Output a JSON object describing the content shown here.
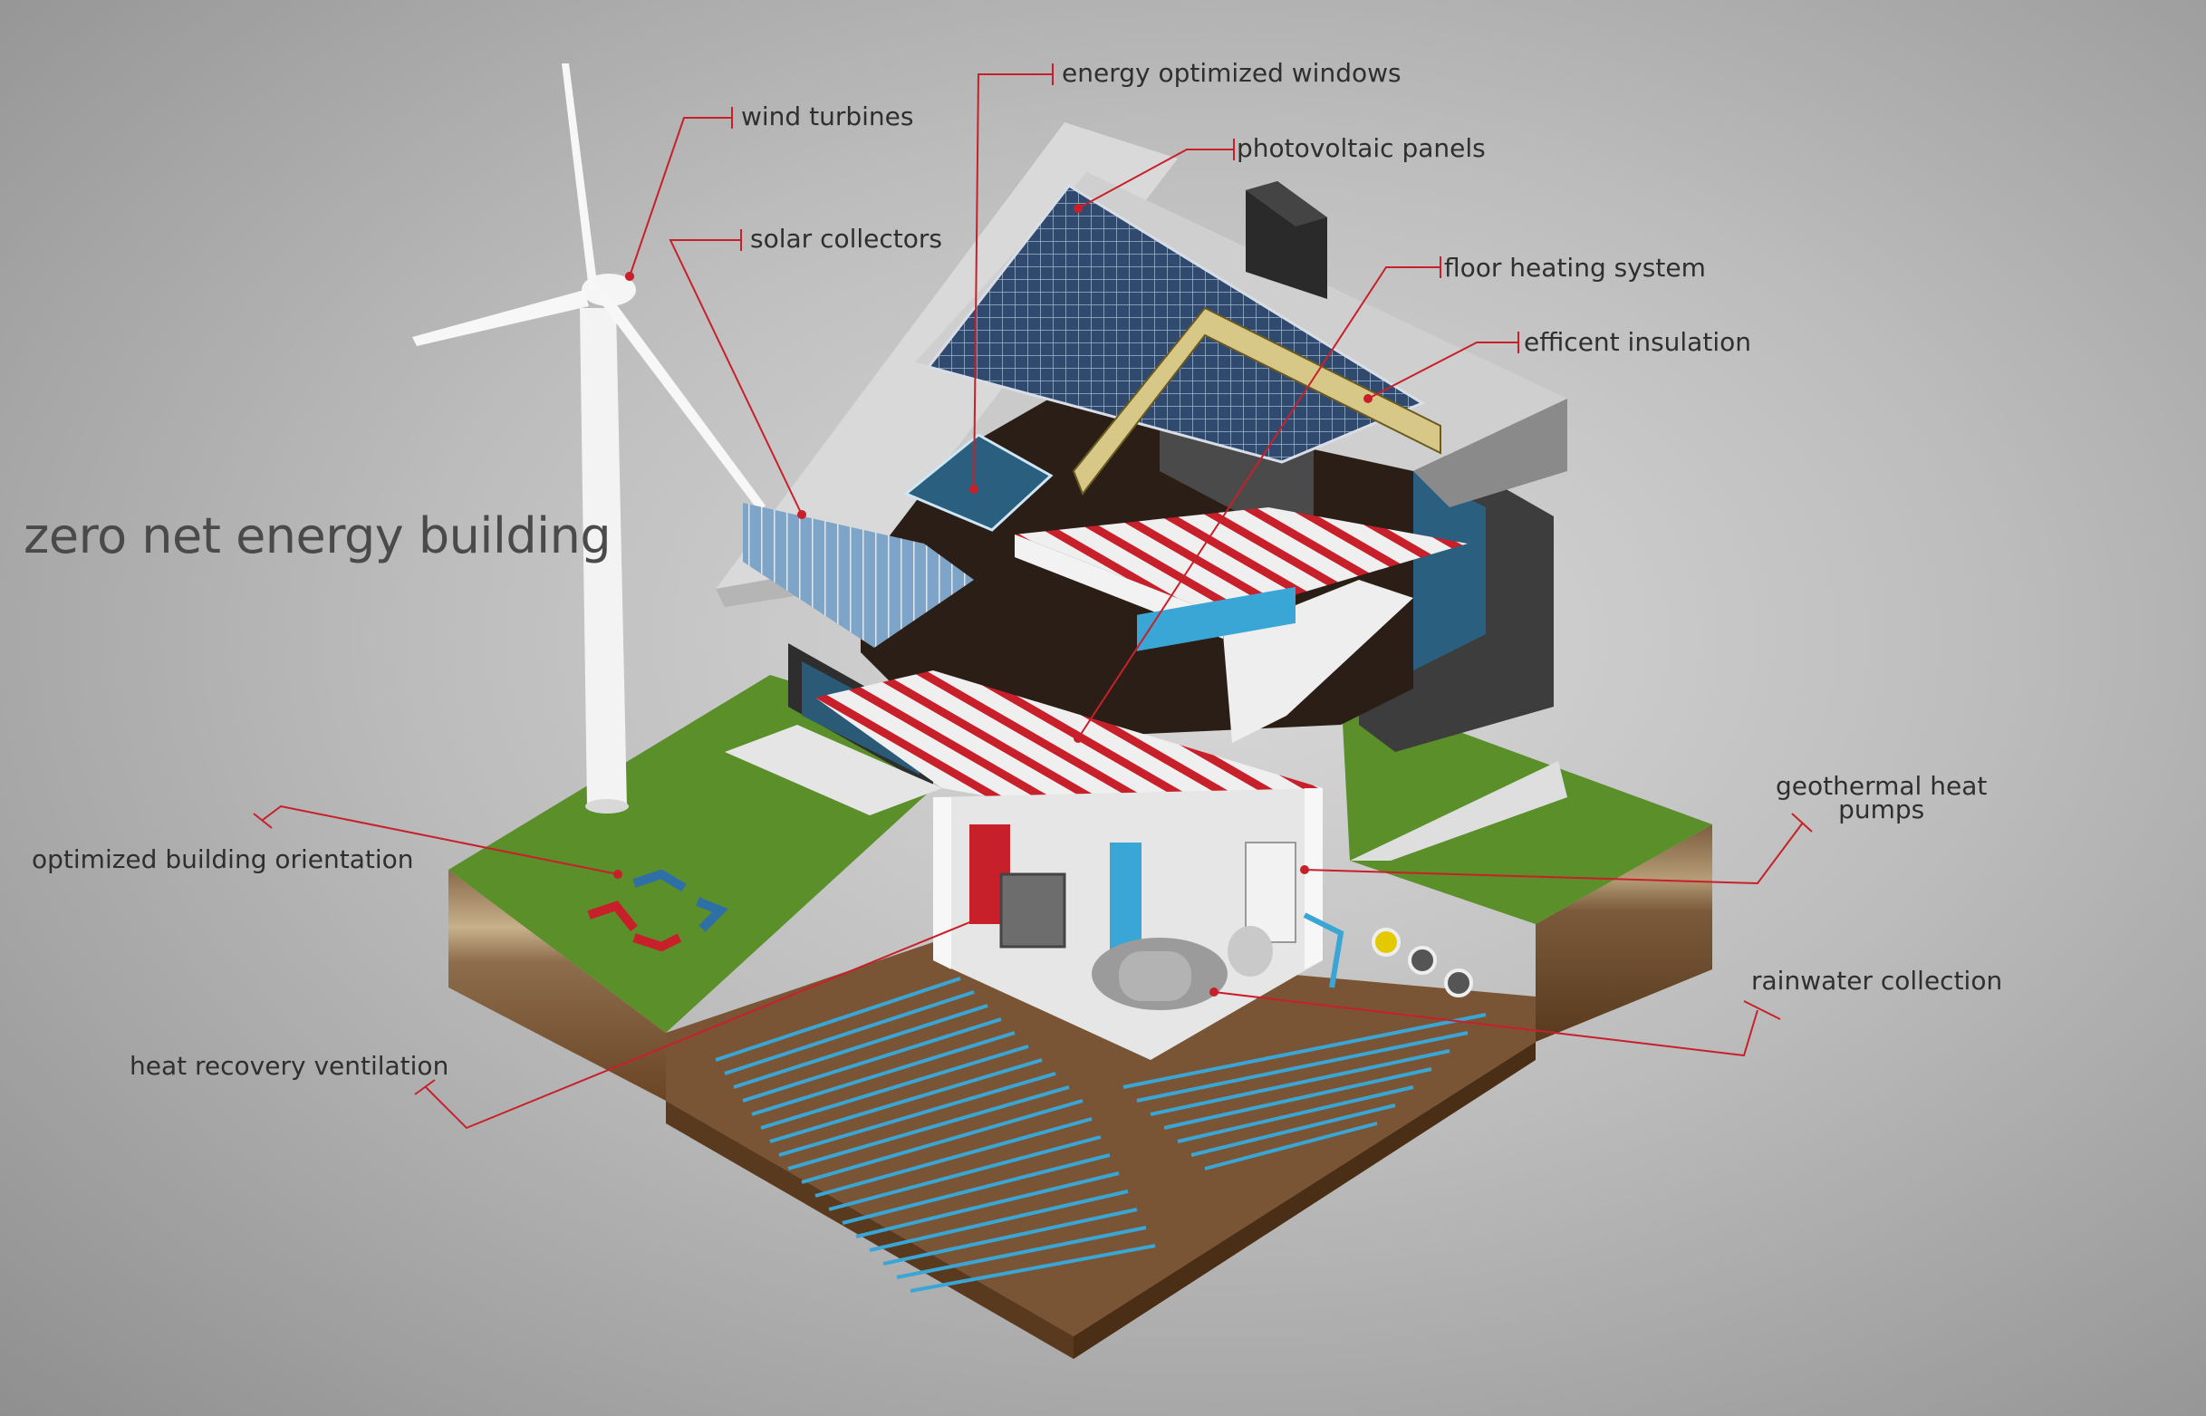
{
  "title": "zero net energy building",
  "labels": {
    "wind_turbines": "wind turbines",
    "energy_optimized_windows": "energy optimized windows",
    "photovoltaic_panels": "photovoltaic panels",
    "solar_collectors": "solar collectors",
    "floor_heating_system": "floor heating system",
    "efficient_insulation": "efficent  insulation",
    "geothermal_line1": "geothermal heat",
    "geothermal_line2": "pumps",
    "optimized_building_orientation": "optimized building orientation",
    "rainwater_collection": "rainwater collection",
    "heat_recovery_ventilation": "heat recovery ventilation"
  },
  "colors": {
    "leader_line": "#c8202a",
    "grass": "#5a8f2a",
    "soil": "#7a5535",
    "pv_panel": "#2f4a6e",
    "heating_pipe": "#c8202a",
    "geothermal_pipe": "#3aa6d6",
    "text": "#2f2f2f"
  }
}
